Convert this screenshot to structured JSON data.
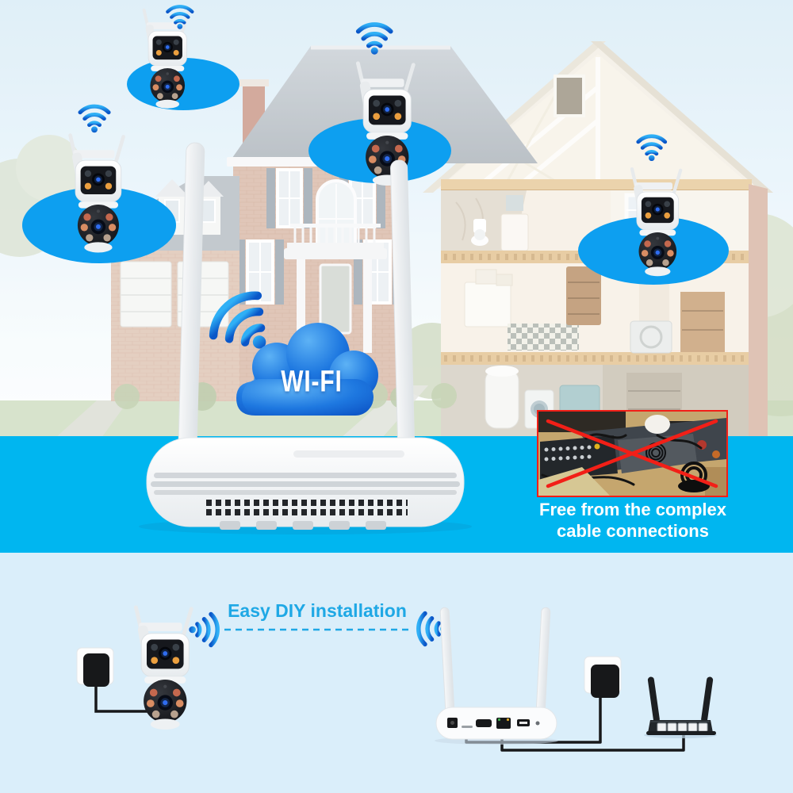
{
  "hero": {
    "wifi_label": "WI-FI",
    "caption_line1": "Free from the complex",
    "caption_line2": "cable connections"
  },
  "diy": {
    "title": "Easy DIY installation"
  },
  "colors": {
    "band_cyan": "#00b6f0",
    "panel_blue": "#daeefa",
    "ellipse_blue": "#0d9ff0",
    "wifi_dark": "#0a56c8",
    "wifi_light": "#2fb0f6",
    "cloud_dark": "#0a4fc2",
    "cloud_light": "#5db2f5",
    "diy_text": "#1fa8e5",
    "caption_white": "#ffffff",
    "cross_red": "#f21f17"
  },
  "icons": {
    "wifi": "wifi-signal-icon",
    "camera": "dual-lens-ptz-camera-icon",
    "cloud": "wifi-cloud-icon",
    "router": "wireless-router",
    "nvr": "wireless-nvr-box",
    "power_adapter": "power-adapter-plug"
  }
}
